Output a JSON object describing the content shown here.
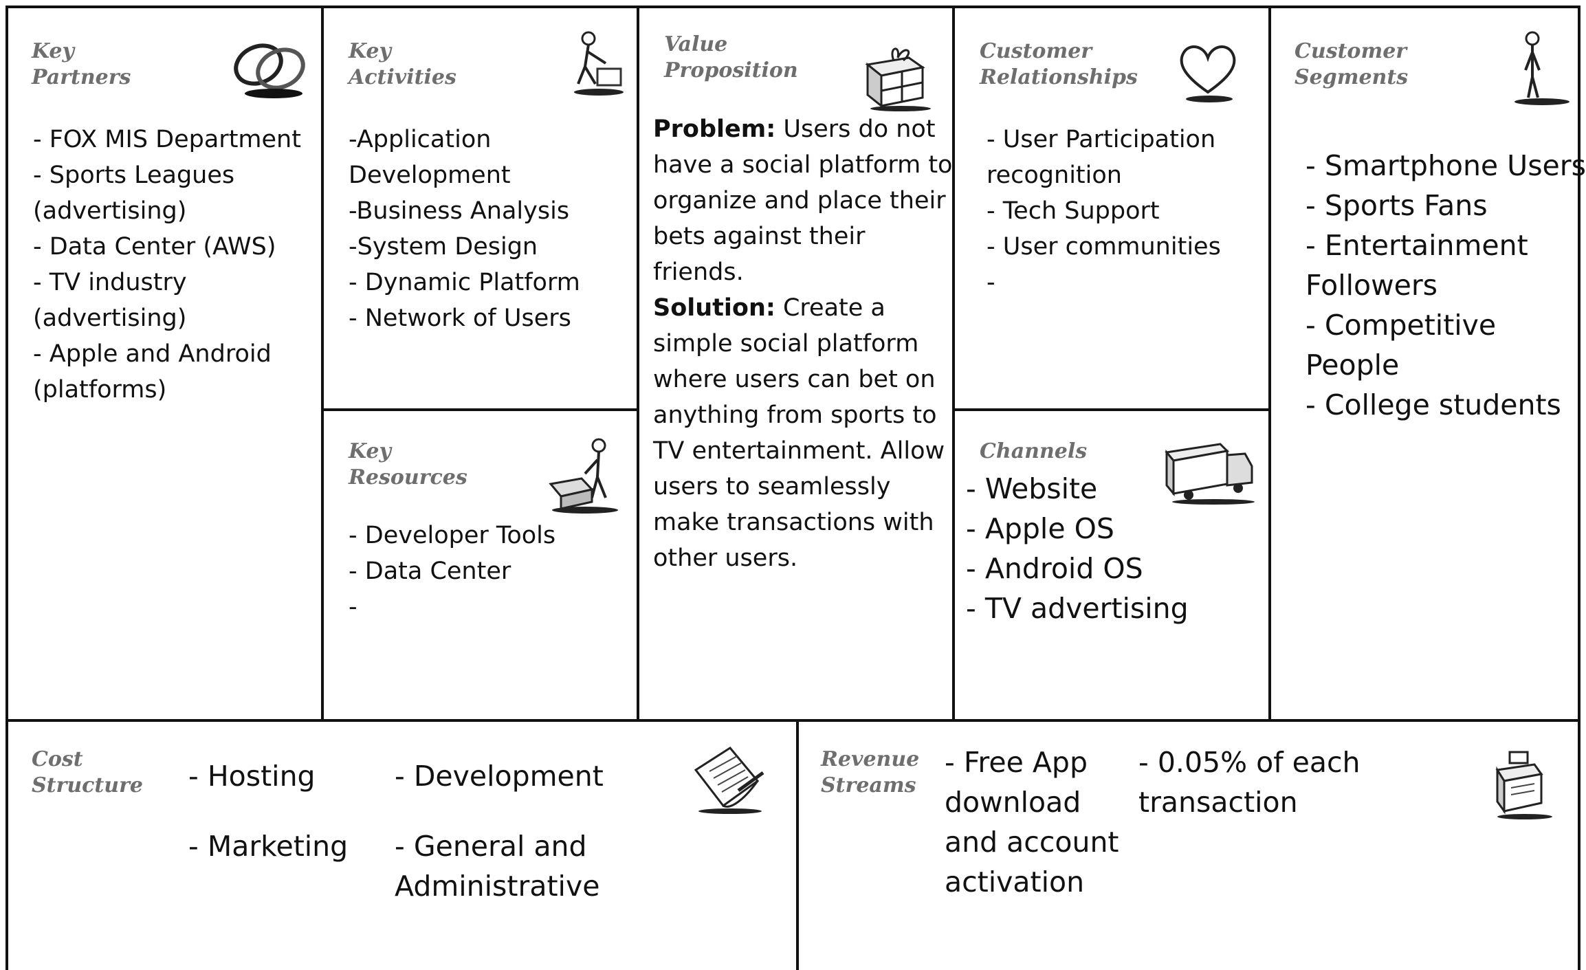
{
  "key_partners": {
    "title": "Key\nPartners",
    "icon": "linked-rings-icon",
    "items": [
      "- FOX MIS Department",
      "- Sports Leagues (advertising)",
      "- Data Center (AWS)",
      "- TV industry (advertising)",
      "- Apple and Android (platforms)"
    ]
  },
  "key_activities": {
    "title": "Key\nActivities",
    "icon": "worker-pushing-icon",
    "items": [
      "-Application Development",
      "-Business Analysis",
      "-System Design",
      "- Dynamic Platform",
      "- Network of Users"
    ]
  },
  "key_resources": {
    "title": "Key\nResources",
    "icon": "worker-with-crate-icon",
    "items": [
      "- Developer Tools",
      "- Data Center",
      "-"
    ]
  },
  "value_proposition": {
    "title": "Value\nProposition",
    "icon": "gift-box-icon",
    "problem_label": "Problem:",
    "problem_text": " Users do not have a social platform to organize and place their bets against their friends.",
    "solution_label": "Solution:",
    "solution_text": " Create a simple social platform where users can bet on anything from sports to TV entertainment. Allow users to seamlessly make transactions with other users."
  },
  "customer_relationships": {
    "title": "Customer\nRelationships",
    "icon": "heart-icon",
    "items": [
      "- User Participation recognition",
      "- Tech Support",
      "- User communities",
      "-"
    ]
  },
  "channels": {
    "title": "Channels",
    "icon": "delivery-truck-icon",
    "items": [
      "- Website",
      "- Apple OS",
      "- Android OS",
      "- TV advertising"
    ]
  },
  "customer_segments": {
    "title": "Customer\nSegments",
    "icon": "standing-person-icon",
    "items": [
      "- Smartphone Users",
      "- Sports Fans",
      "- Entertainment Followers",
      "- Competitive People",
      "- College students"
    ]
  },
  "cost_structure": {
    "title": "Cost\nStructure",
    "icon": "paper-document-icon",
    "col1": [
      "- Hosting",
      "- Marketing"
    ],
    "col2": [
      "- Development",
      "- General and Administrative"
    ]
  },
  "revenue_streams": {
    "title": "Revenue\nStreams",
    "icon": "cash-register-icon",
    "col1": "- Free App download and account activation",
    "col2": "- 0.05% of each transaction"
  }
}
